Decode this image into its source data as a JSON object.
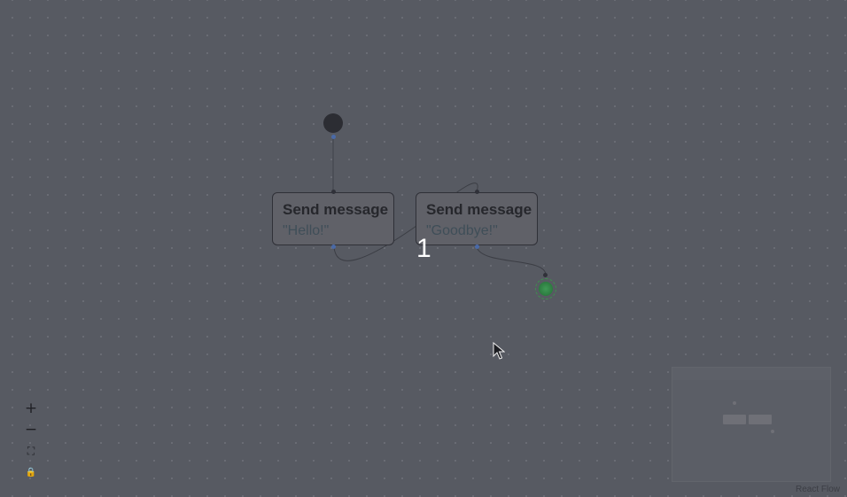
{
  "nodes": {
    "message_1": {
      "title": "Send message",
      "text": "\"Hello!\""
    },
    "message_2": {
      "title": "Send message",
      "text": "\"Goodbye!\""
    }
  },
  "edge_label": "1",
  "controls": {
    "zoom_in": "+",
    "zoom_out": "−",
    "fit_view": "⛶",
    "lock": "🔒"
  },
  "attribution": "React Flow",
  "colors": {
    "canvas": "#575a62",
    "start_node": "#2c2d33",
    "end_node": "#3f9a55",
    "edge": "#3b3d44"
  }
}
